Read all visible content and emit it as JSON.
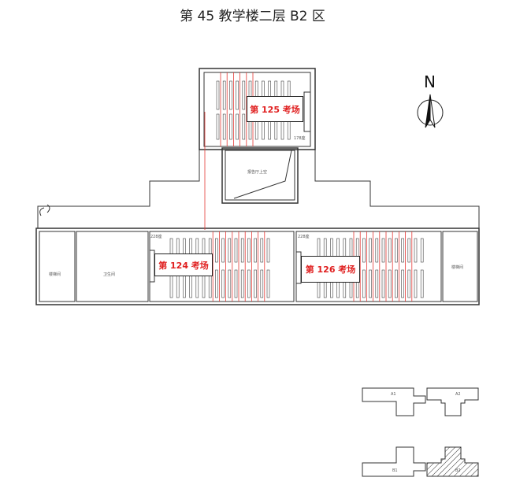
{
  "title": "第 45 教学楼二层 B2 区",
  "north": "N",
  "exam_rooms": [
    {
      "label": "第 125 考场"
    },
    {
      "label": "第 124 考场"
    },
    {
      "label": "第 126 考场"
    }
  ],
  "rooms": {
    "stair_left": "楼梯间",
    "toilet": "卫生间",
    "stair_right": "楼梯间",
    "hall_above": "报告厅上空",
    "seats_125": "178座",
    "seats_124": "228座",
    "seats_126": "228座"
  },
  "key_map": {
    "a1": "A1",
    "a2": "A2",
    "b1": "B1",
    "b2": "B2"
  },
  "colors": {
    "exam_text": "#e02020",
    "red_line": "#e53935"
  }
}
